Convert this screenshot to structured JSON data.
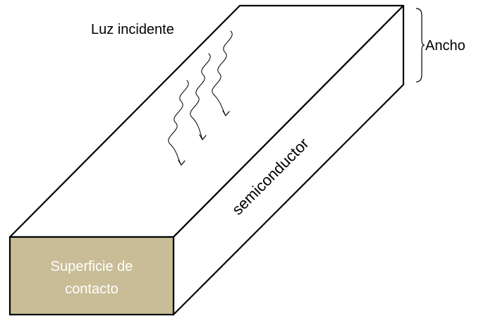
{
  "diagram": {
    "light_label": "Luz incidente",
    "material_label": "semiconductor",
    "width_label": "Ancho",
    "contact_label_line1": "Superficie de",
    "contact_label_line2": "contacto"
  },
  "colors": {
    "contact_face_fill": "#c9bd97",
    "stroke": "#000000",
    "background": "#ffffff",
    "contact_text": "#ffffff"
  },
  "icons": {
    "light_rays": "wavy-arrow-icon",
    "width_marker": "right-bracket-icon"
  }
}
